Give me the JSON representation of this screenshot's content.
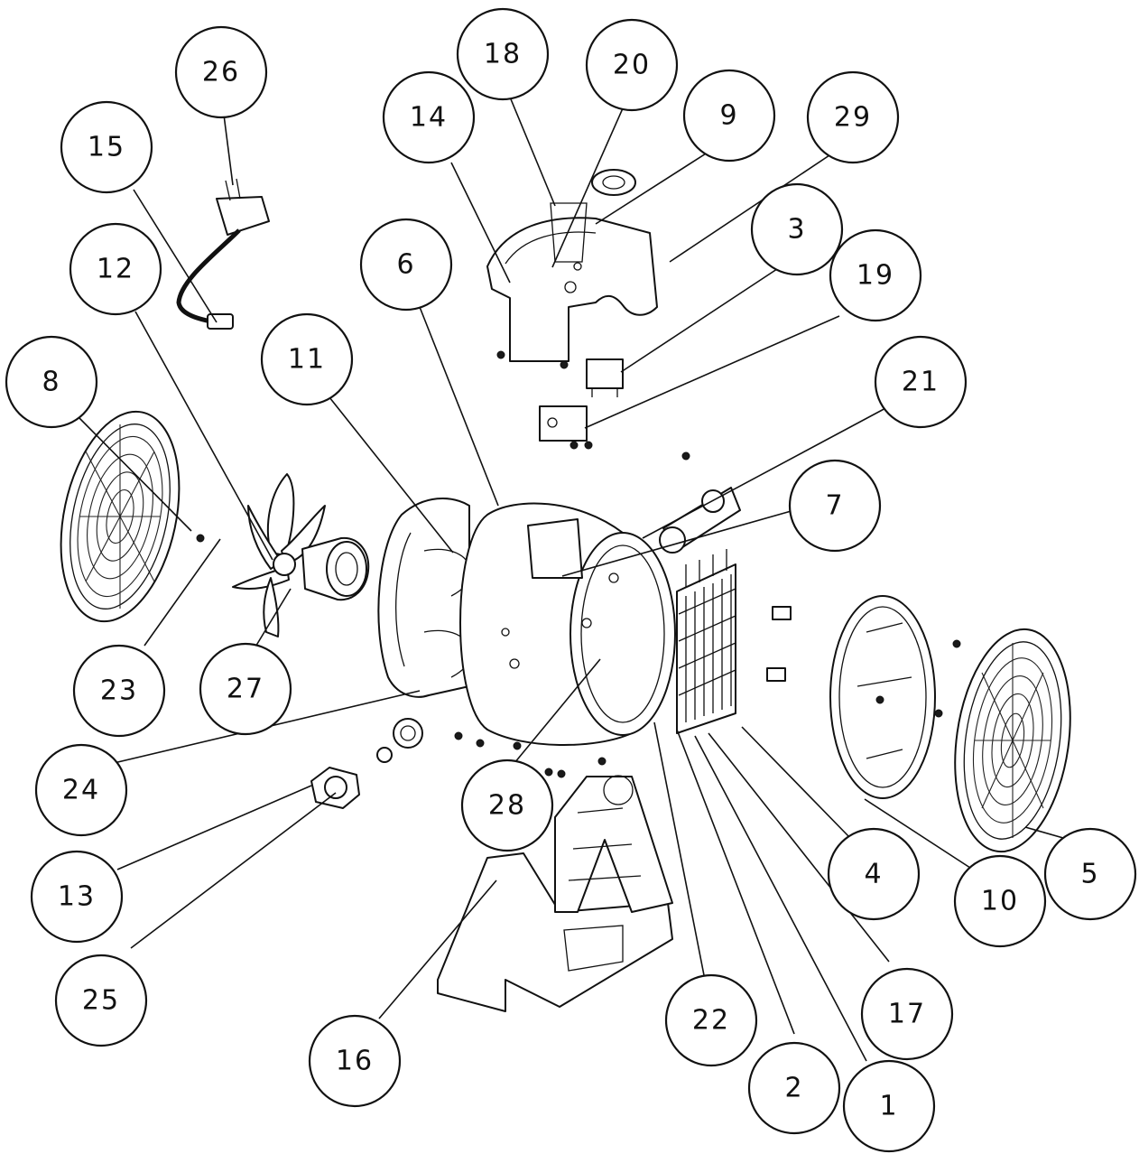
{
  "diagram": {
    "callouts": [
      {
        "label": "26"
      },
      {
        "label": "18"
      },
      {
        "label": "20"
      },
      {
        "label": "14"
      },
      {
        "label": "9"
      },
      {
        "label": "29"
      },
      {
        "label": "15"
      },
      {
        "label": "3"
      },
      {
        "label": "12"
      },
      {
        "label": "6"
      },
      {
        "label": "19"
      },
      {
        "label": "11"
      },
      {
        "label": "8"
      },
      {
        "label": "21"
      },
      {
        "label": "7"
      },
      {
        "label": "23"
      },
      {
        "label": "27"
      },
      {
        "label": "24"
      },
      {
        "label": "28"
      },
      {
        "label": "4"
      },
      {
        "label": "10"
      },
      {
        "label": "5"
      },
      {
        "label": "13"
      },
      {
        "label": "25"
      },
      {
        "label": "22"
      },
      {
        "label": "17"
      },
      {
        "label": "16"
      },
      {
        "label": "2"
      },
      {
        "label": "1"
      }
    ]
  },
  "colors": {
    "line": "#111111",
    "background": "#ffffff"
  }
}
